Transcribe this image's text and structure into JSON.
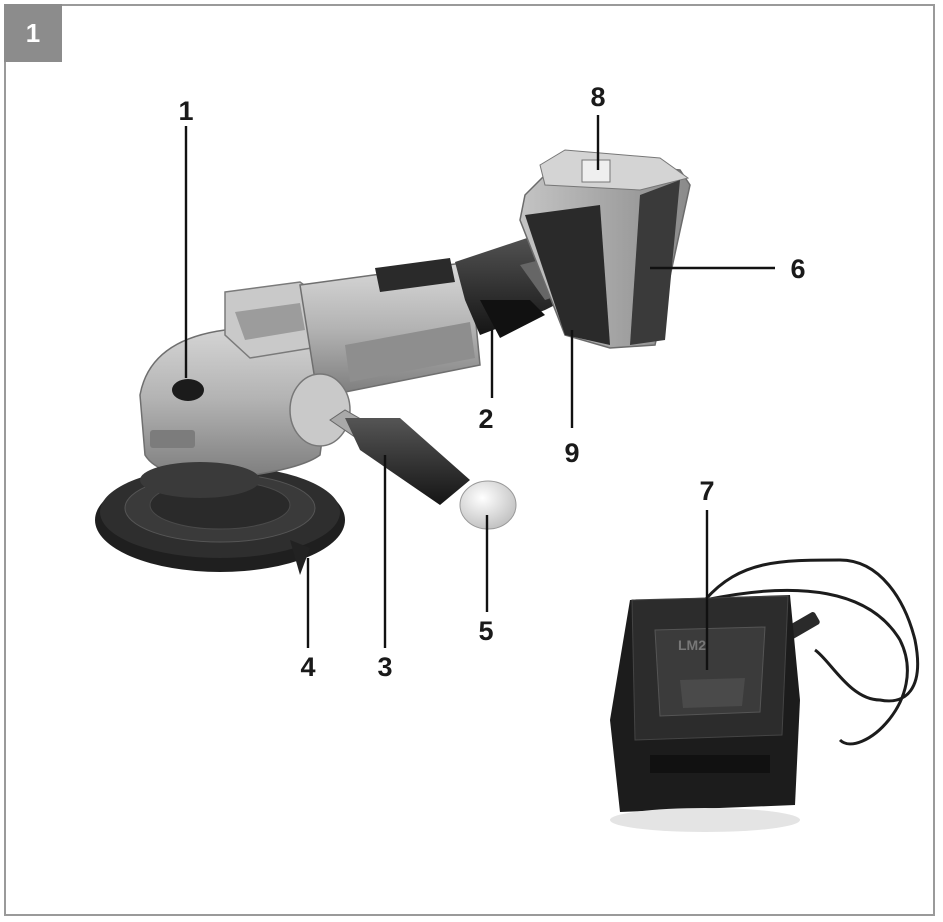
{
  "figure": {
    "number": "1"
  },
  "callouts": [
    {
      "id": "1",
      "label": "1"
    },
    {
      "id": "2",
      "label": "2"
    },
    {
      "id": "3",
      "label": "3"
    },
    {
      "id": "4",
      "label": "4"
    },
    {
      "id": "5",
      "label": "5"
    },
    {
      "id": "6",
      "label": "6"
    },
    {
      "id": "7",
      "label": "7"
    },
    {
      "id": "8",
      "label": "8"
    },
    {
      "id": "9",
      "label": "9"
    }
  ],
  "charger": {
    "model_text": "LM2"
  },
  "colors": {
    "badge": "#8c8c8c",
    "frame": "#9a9a9a",
    "tool_gray": "#b8b8b8",
    "tool_dark": "#2b2b2b"
  }
}
